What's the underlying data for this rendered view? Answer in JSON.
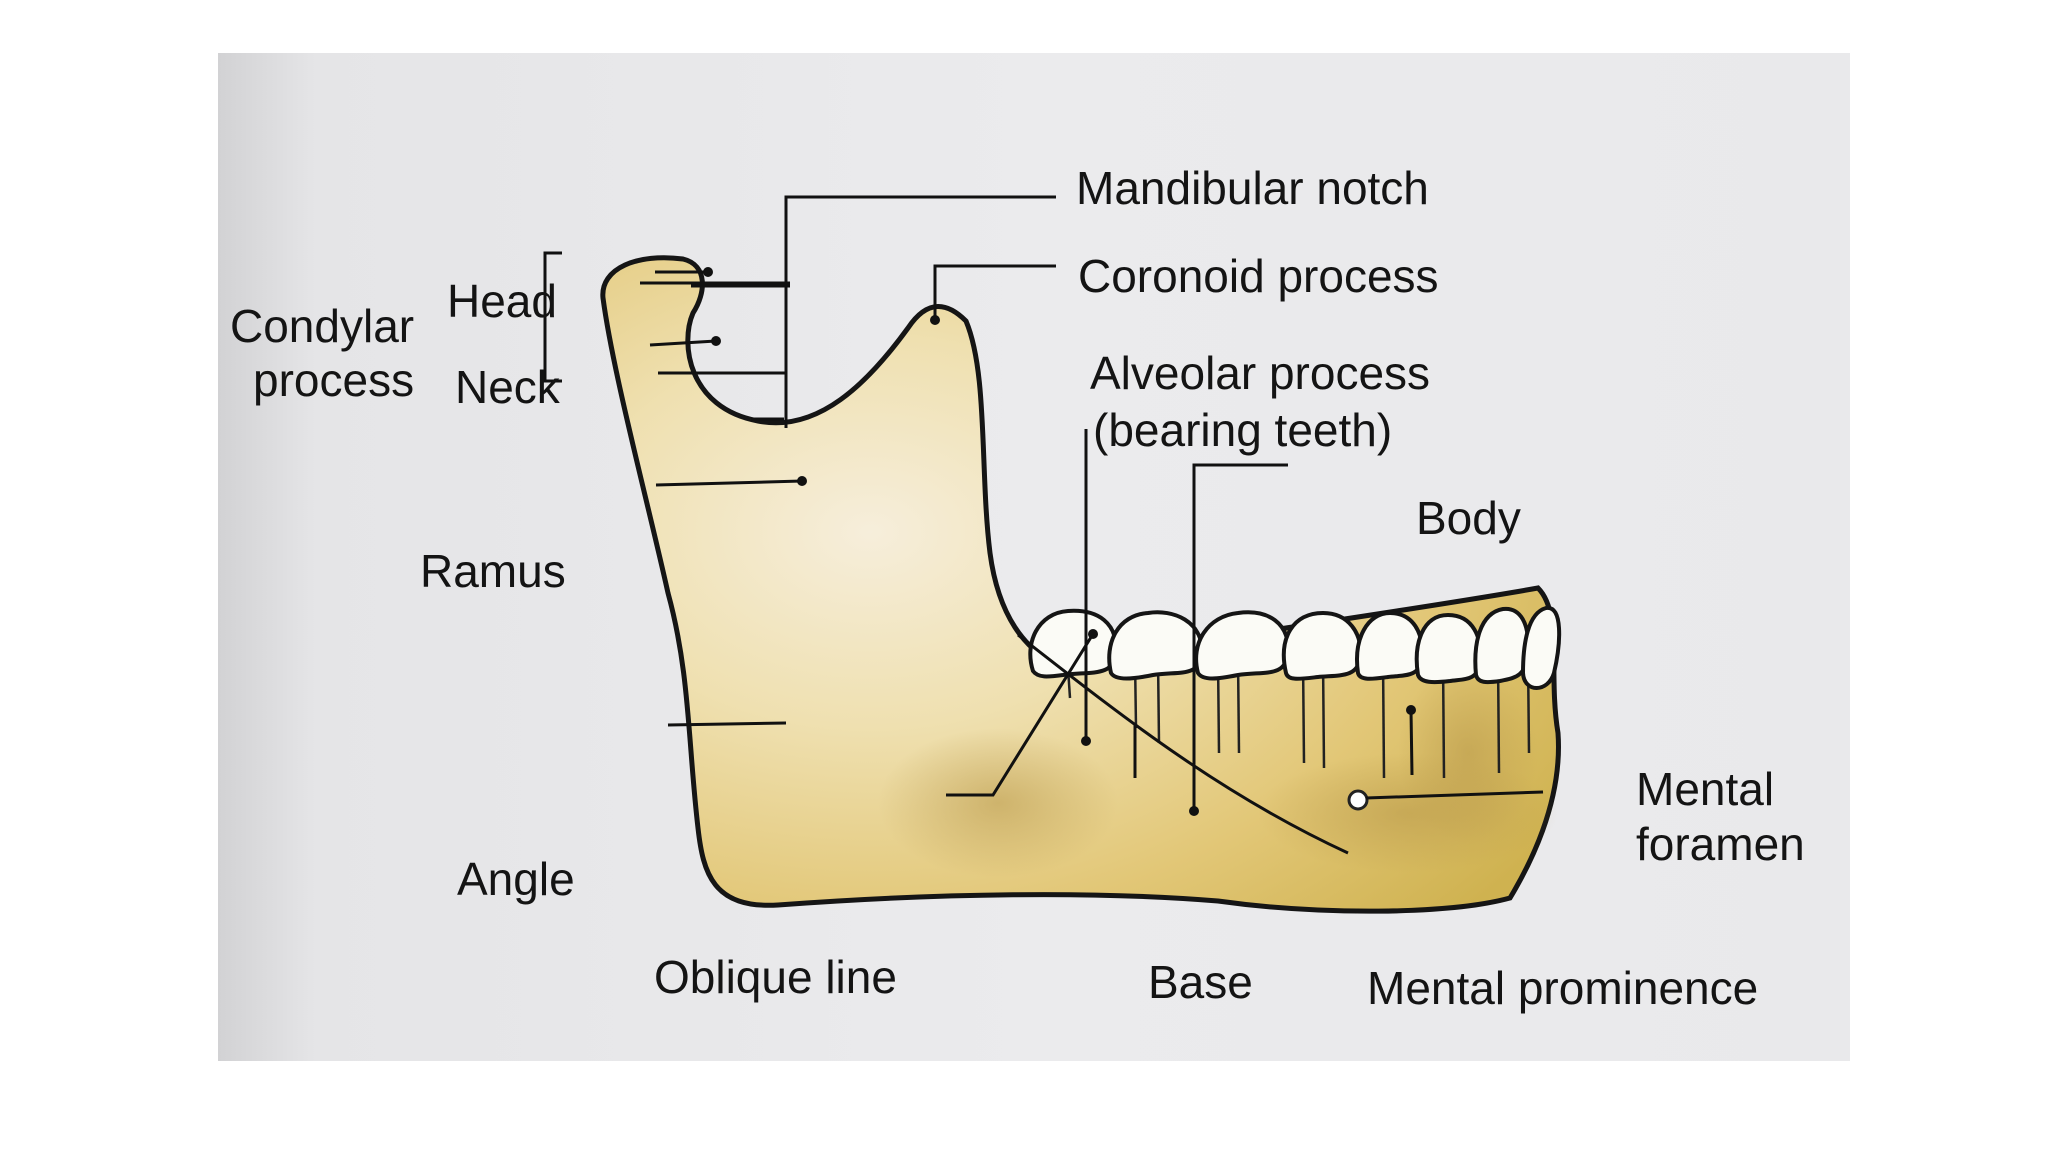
{
  "diagram": {
    "labels": {
      "mandibular_notch": "Mandibular notch",
      "coronoid_process": "Coronoid process",
      "alveolar_process_line1": "Alveolar process",
      "alveolar_process_line2": "(bearing teeth)",
      "body": "Body",
      "condylar_line1": "Condylar",
      "condylar_line2": "process",
      "head": "Head",
      "neck": "Neck",
      "ramus": "Ramus",
      "mental_foramen_line1": "Mental",
      "mental_foramen_line2": "foramen",
      "angle": "Angle",
      "oblique_line": "Oblique line",
      "base": "Base",
      "mental_prominence": "Mental prominence"
    },
    "colors": {
      "bone_light": "#f4ead0",
      "bone_mid": "#e8d48c",
      "bone_dark": "#c9ad4e",
      "outline": "#151515",
      "tooth": "#fbfbf6",
      "page": "#ebebed"
    }
  }
}
